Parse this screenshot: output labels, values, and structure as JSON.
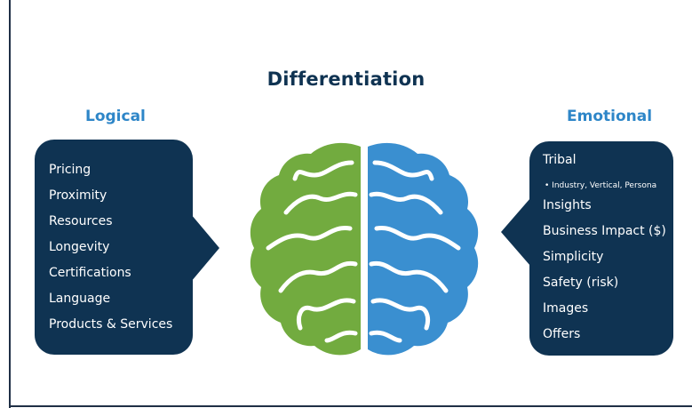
{
  "title": "Differentiation",
  "left_panel": {
    "heading": "Logical",
    "items": [
      "Pricing",
      "Proximity",
      "Resources",
      "Longevity",
      "Certifications",
      "Language",
      "Products & Services"
    ]
  },
  "right_panel": {
    "heading": "Emotional",
    "items": [
      "Tribal",
      "• Industry, Vertical, Persona",
      "Insights",
      "Business Impact ($)",
      "Simplicity",
      "Safety (risk)",
      "Images",
      "Offers"
    ]
  },
  "colors": {
    "navy": "#0f3352",
    "accent_blue": "#2e86c8",
    "brain_left": "#72ab3f",
    "brain_right": "#3a8fd0"
  },
  "icons": [
    "brain-icon"
  ]
}
